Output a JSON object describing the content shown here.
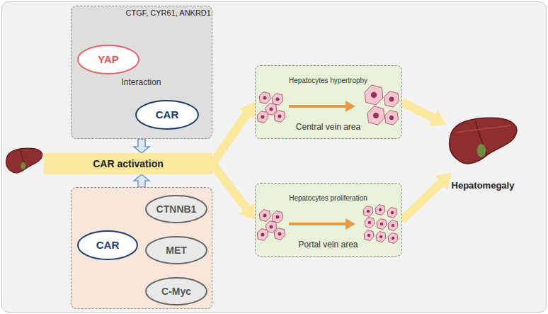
{
  "diagram": {
    "nodes": [
      {
        "text": [
          "CTGF, CYR61, ANKRD1",
          "Interaction"
        ]
      },
      {
        "text": [
          "YAP"
        ],
        "in": 0
      },
      {
        "text": [
          "CAR"
        ],
        "in": 0
      },
      {
        "text": []
      },
      {
        "text": [
          "CAR"
        ],
        "in": 3
      },
      {
        "text": [
          "CTNNB1"
        ],
        "in": 3
      },
      {
        "text": [
          "MET"
        ],
        "in": 3
      },
      {
        "text": [
          "C-Myc"
        ],
        "in": 3
      },
      {
        "text": [
          "CAR activation"
        ]
      },
      {
        "text": [
          "Hepatocytes hypertrophy",
          "Central vein area"
        ]
      },
      {
        "text": [
          "Hepatocytes proliferation",
          "Portal vein area"
        ]
      },
      {
        "text": [
          "Hepatomegaly"
        ]
      }
    ],
    "edges": [
      {
        "from": 2,
        "to": 1,
        "arrow": "to"
      },
      {
        "from": 1,
        "to": 2,
        "arrow": "to"
      },
      {
        "from": 4,
        "to": 5,
        "arrow": "to"
      },
      {
        "from": 4,
        "to": 6,
        "arrow": "to"
      },
      {
        "from": 4,
        "to": 7,
        "arrow": "to"
      },
      {
        "from": 0,
        "to": 8,
        "arrow": "to"
      },
      {
        "from": 3,
        "to": 8,
        "arrow": "to"
      },
      {
        "from": 8,
        "to": 9,
        "arrow": "to"
      },
      {
        "from": 8,
        "to": 10,
        "arrow": "to"
      },
      {
        "from": 9,
        "to": 11,
        "arrow": "to"
      },
      {
        "from": 10,
        "to": 11,
        "arrow": "to"
      }
    ]
  }
}
